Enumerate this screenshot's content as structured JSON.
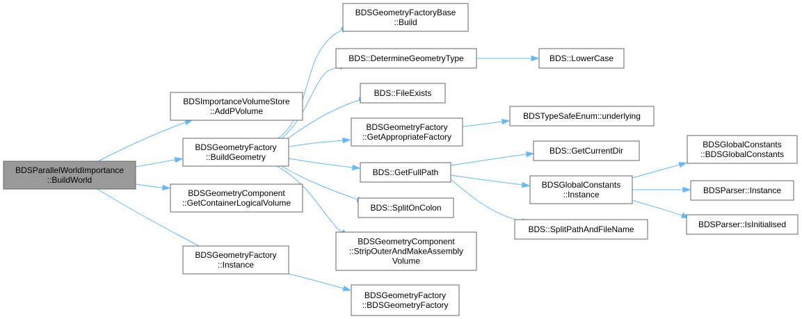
{
  "colors": {
    "edge": "#63b8ff",
    "node_border": "#666666",
    "node_fill": "#ffffff",
    "root_fill": "#999999",
    "text": "#000000"
  },
  "nodes": [
    {
      "id": "root",
      "lines": [
        "BDSParallelWorldImportance",
        "::BuildWorld"
      ],
      "root": true
    },
    {
      "id": "addpv",
      "lines": [
        "BDSImportanceVolumeStore",
        "::AddPVolume"
      ]
    },
    {
      "id": "buildgeo",
      "lines": [
        "BDSGeometryFactory",
        "::BuildGeometry"
      ]
    },
    {
      "id": "getcont",
      "lines": [
        "BDSGeometryComponent",
        "::GetContainerLogicalVolume"
      ]
    },
    {
      "id": "gfinst",
      "lines": [
        "BDSGeometryFactory",
        "::Instance"
      ]
    },
    {
      "id": "gfbbuild",
      "lines": [
        "BDSGeometryFactoryBase",
        "::Build"
      ]
    },
    {
      "id": "detgeo",
      "lines": [
        "BDS::DetermineGeometryType"
      ]
    },
    {
      "id": "lower",
      "lines": [
        "BDS::LowerCase"
      ]
    },
    {
      "id": "fileexists",
      "lines": [
        "BDS::FileExists"
      ]
    },
    {
      "id": "getapp",
      "lines": [
        "BDSGeometryFactory",
        "::GetAppropriateFactory"
      ]
    },
    {
      "id": "underlying",
      "lines": [
        "BDSTypeSafeEnum::underlying"
      ]
    },
    {
      "id": "getfull",
      "lines": [
        "BDS::GetFullPath"
      ]
    },
    {
      "id": "getcur",
      "lines": [
        "BDS::GetCurrentDir"
      ]
    },
    {
      "id": "split",
      "lines": [
        "BDS::SplitOnColon"
      ]
    },
    {
      "id": "strip",
      "lines": [
        "BDSGeometryComponent",
        "::StripOuterAndMakeAssembly",
        "Volume"
      ]
    },
    {
      "id": "gcinst",
      "lines": [
        "BDSGlobalConstants",
        "::Instance"
      ]
    },
    {
      "id": "gcctor",
      "lines": [
        "BDSGlobalConstants",
        "::BDSGlobalConstants"
      ]
    },
    {
      "id": "parserinst",
      "lines": [
        "BDSParser::Instance"
      ]
    },
    {
      "id": "parserinit",
      "lines": [
        "BDSParser::IsInitialised"
      ]
    },
    {
      "id": "splitpath",
      "lines": [
        "BDS::SplitPathAndFileName"
      ]
    },
    {
      "id": "gfctor",
      "lines": [
        "BDSGeometryFactory",
        "::BDSGeometryFactory"
      ]
    }
  ],
  "edges": [
    {
      "from": "root",
      "to": "addpv"
    },
    {
      "from": "root",
      "to": "buildgeo"
    },
    {
      "from": "root",
      "to": "getcont"
    },
    {
      "from": "root",
      "to": "gfinst"
    },
    {
      "from": "buildgeo",
      "to": "gfbbuild"
    },
    {
      "from": "buildgeo",
      "to": "detgeo"
    },
    {
      "from": "buildgeo",
      "to": "fileexists"
    },
    {
      "from": "buildgeo",
      "to": "getapp"
    },
    {
      "from": "buildgeo",
      "to": "getfull"
    },
    {
      "from": "buildgeo",
      "to": "split"
    },
    {
      "from": "buildgeo",
      "to": "strip"
    },
    {
      "from": "detgeo",
      "to": "lower"
    },
    {
      "from": "getapp",
      "to": "underlying"
    },
    {
      "from": "getfull",
      "to": "getcur"
    },
    {
      "from": "getfull",
      "to": "gcinst"
    },
    {
      "from": "getfull",
      "to": "splitpath"
    },
    {
      "from": "gcinst",
      "to": "gcctor"
    },
    {
      "from": "gcinst",
      "to": "parserinst"
    },
    {
      "from": "gcinst",
      "to": "parserinit"
    },
    {
      "from": "gfinst",
      "to": "gfctor"
    }
  ]
}
